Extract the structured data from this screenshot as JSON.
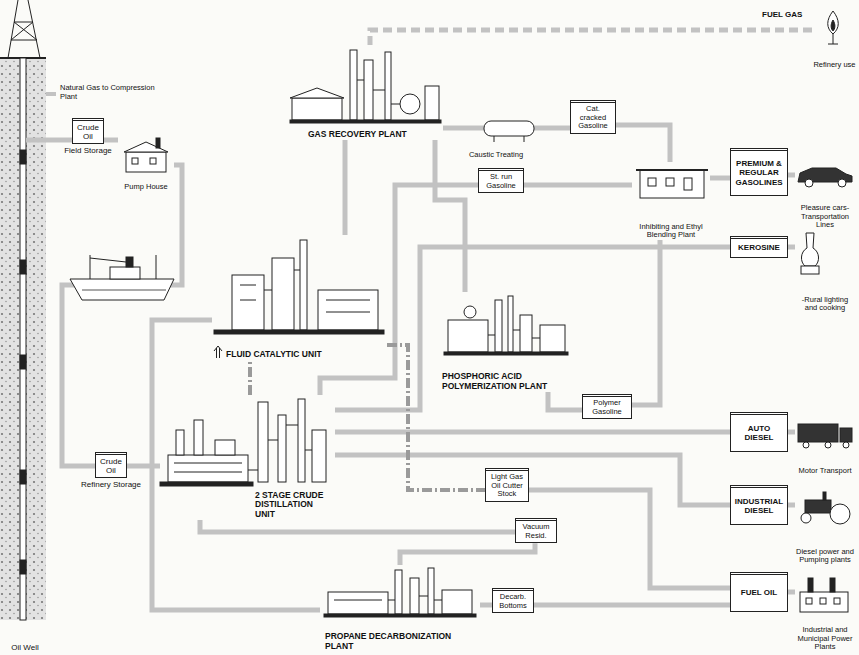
{
  "diagram": {
    "nodes": [
      {
        "text": [
          "Oil Well"
        ]
      },
      {
        "text": [
          "Crude Oil",
          "Field Storage"
        ]
      },
      {
        "text": [
          "Pump House"
        ]
      },
      {
        "text": [
          "Crude Oil",
          "Refinery Storage"
        ]
      },
      {
        "text": [
          "2 STAGE CRUDE DISTILLATION UNIT"
        ]
      },
      {
        "text": [
          "FLUID CATALYTIC UNIT"
        ]
      },
      {
        "text": [
          "GAS RECOVERY PLANT"
        ]
      },
      {
        "text": [
          "Caustic Treating"
        ]
      },
      {
        "text": [
          "Cat. cracked Gasoline"
        ]
      },
      {
        "text": [
          "St. run Gasoline"
        ]
      },
      {
        "text": [
          "Inhibiting and Ethyl Blending Plant"
        ]
      },
      {
        "text": [
          "PHOSPHORIC ACID POLYMERIZATION PLANT"
        ]
      },
      {
        "text": [
          "Polymer Gasoline"
        ]
      },
      {
        "text": [
          "PREMIUM & REGULAR GASOLINES"
        ]
      },
      {
        "text": [
          "KEROSINE"
        ]
      },
      {
        "text": [
          "AUTO DIESEL"
        ]
      },
      {
        "text": [
          "INDUSTRIAL DIESEL"
        ]
      },
      {
        "text": [
          "FUEL OIL"
        ]
      },
      {
        "text": [
          "Light Gas Oil Cutter Stock"
        ]
      },
      {
        "text": [
          "Vacuum Resid."
        ]
      },
      {
        "text": [
          "PROPANE DECARBONIZATION PLANT"
        ]
      },
      {
        "text": [
          "Decarb. Bottoms"
        ]
      },
      {
        "text": [
          "Refinery use"
        ]
      },
      {
        "text": [
          "Pleasure cars- Transportation Lines"
        ]
      },
      {
        "text": [
          "-Rural lighting and cooking"
        ]
      },
      {
        "text": [
          "Motor Transport"
        ]
      },
      {
        "text": [
          "Diesel power and Pumping plants"
        ]
      },
      {
        "text": [
          "Industrial and Municipal Power Plants"
        ]
      }
    ],
    "edges": [
      {
        "from": 0,
        "to": 1,
        "arrow": "none"
      },
      {
        "from": 1,
        "to": 2,
        "arrow": "none"
      },
      {
        "from": 2,
        "to": 3,
        "arrow": "none"
      },
      {
        "from": 3,
        "to": 4,
        "arrow": "none"
      },
      {
        "from": 4,
        "to": 5,
        "arrow": "none"
      },
      {
        "from": 4,
        "to": 9,
        "arrow": "none"
      },
      {
        "from": 4,
        "to": 14,
        "arrow": "none"
      },
      {
        "from": 4,
        "to": 15,
        "arrow": "none"
      },
      {
        "from": 4,
        "to": 16,
        "arrow": "none"
      },
      {
        "from": 4,
        "to": 19,
        "arrow": "none"
      },
      {
        "from": 5,
        "to": 6,
        "arrow": "none"
      },
      {
        "from": 5,
        "to": 18,
        "arrow": "none"
      },
      {
        "from": 6,
        "to": 7,
        "arrow": "none"
      },
      {
        "from": 7,
        "to": 8,
        "arrow": "none"
      },
      {
        "from": 8,
        "to": 10,
        "arrow": "none"
      },
      {
        "from": 9,
        "to": 10,
        "arrow": "none"
      },
      {
        "from": 6,
        "to": 11,
        "arrow": "none"
      },
      {
        "from": 11,
        "to": 12,
        "arrow": "none"
      },
      {
        "from": 12,
        "to": 10,
        "arrow": "none"
      },
      {
        "from": 10,
        "to": 13,
        "arrow": "none"
      },
      {
        "from": 6,
        "to": 22,
        "arrow": "none"
      },
      {
        "from": 19,
        "to": 20,
        "arrow": "none"
      },
      {
        "from": 20,
        "to": 21,
        "arrow": "none"
      },
      {
        "from": 21,
        "to": 17,
        "arrow": "none"
      },
      {
        "from": 18,
        "to": 17,
        "arrow": "none"
      },
      {
        "from": 20,
        "to": 5,
        "arrow": "none"
      },
      {
        "from": 13,
        "to": 23,
        "arrow": "none"
      },
      {
        "from": 14,
        "to": 24,
        "arrow": "none"
      },
      {
        "from": 15,
        "to": 25,
        "arrow": "none"
      },
      {
        "from": 16,
        "to": 26,
        "arrow": "none"
      },
      {
        "from": 17,
        "to": 27,
        "arrow": "none"
      }
    ],
    "labels": [
      "Natural Gas to Compression Plant",
      "FUEL GAS"
    ]
  }
}
